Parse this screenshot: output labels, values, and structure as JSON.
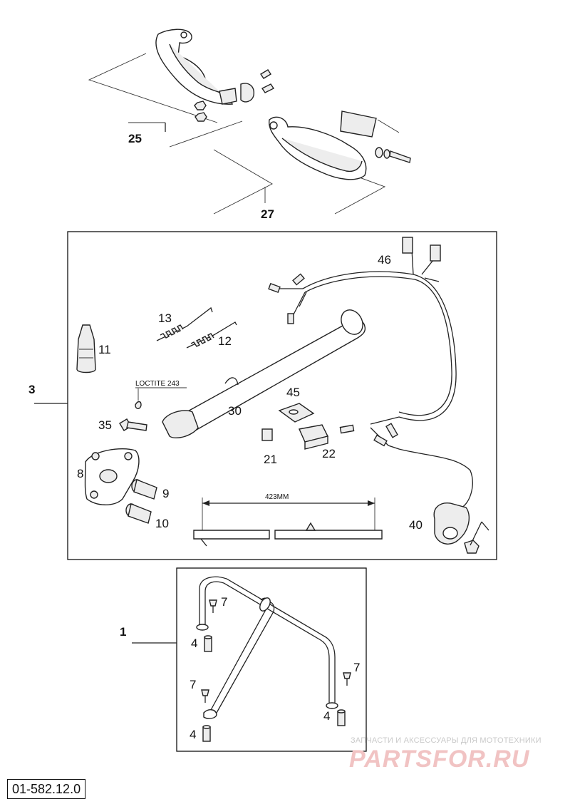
{
  "callouts": {
    "c25": "25",
    "c27": "27",
    "c3": "3",
    "c46": "46",
    "c13": "13",
    "c12": "12",
    "c11": "11",
    "c45": "45",
    "c30": "30",
    "c35": "35",
    "c21": "21",
    "c22": "22",
    "c8": "8",
    "c9": "9",
    "c10": "10",
    "c40": "40",
    "c1": "1",
    "c7a": "7",
    "c4a": "4",
    "c7b": "7",
    "c7c": "7",
    "c4b": "4",
    "c4c": "4"
  },
  "annotations": {
    "loctite": "LOCTITE 243",
    "dimension": "423MM"
  },
  "watermark": {
    "caption": "ЗАПЧАСТИ И АКСЕССУАРЫ ДЛЯ МОТОТЕХНИКИ",
    "brand": "PARTSFOR.RU",
    "brand_color": "#e8a0a0"
  },
  "document_code": "01-582.12.0"
}
